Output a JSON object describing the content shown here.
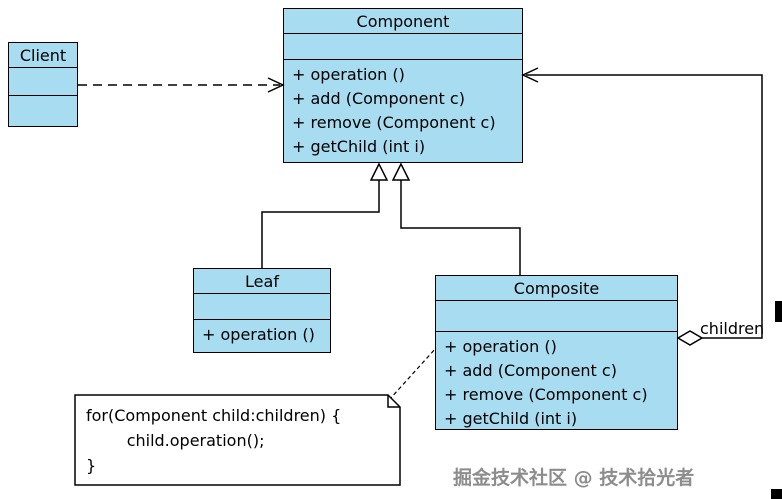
{
  "colors": {
    "class_fill": "#A8DCF0",
    "line": "#000000",
    "note_fill": "#FFFFFF",
    "watermark": "#8D8D8D"
  },
  "classes": {
    "client": {
      "name": "Client"
    },
    "component": {
      "name": "Component",
      "methods": [
        "+ operation ()",
        "+ add (Component c)",
        "+ remove (Component c)",
        "+ getChild (int i)"
      ]
    },
    "leaf": {
      "name": "Leaf",
      "methods": [
        "+ operation ()"
      ]
    },
    "composite": {
      "name": "Composite",
      "methods": [
        "+ operation ()",
        "+ add (Component c)",
        "+ remove (Component c)",
        "+ getChild (int i)"
      ]
    }
  },
  "note": {
    "lines": [
      "for(Component child:children) {",
      "        child.operation();",
      "}"
    ]
  },
  "connector_labels": {
    "children": "children"
  },
  "watermark": "掘金技术社区 @ 技术拾光者"
}
